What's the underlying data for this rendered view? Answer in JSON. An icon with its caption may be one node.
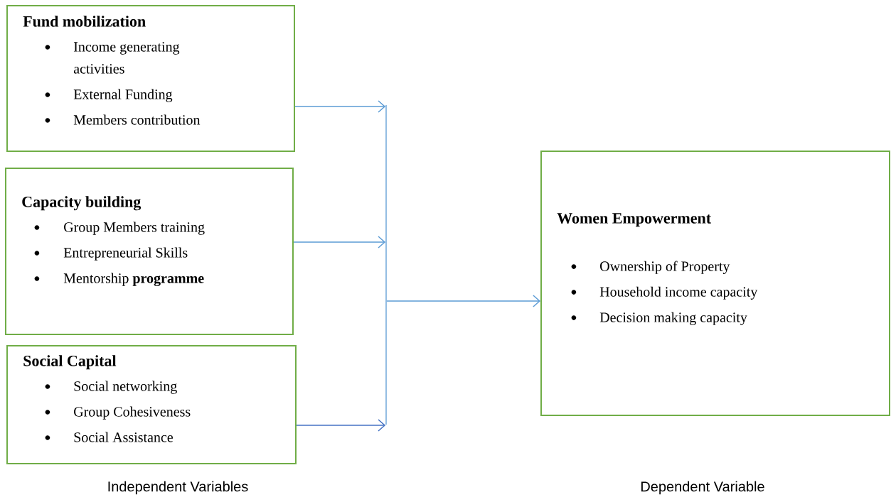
{
  "diagram": {
    "nodes": [
      {
        "text": [
          "Fund mobilization",
          "Income generating activities",
          "External Funding",
          "Members contribution"
        ]
      },
      {
        "text": [
          "Capacity building",
          "Group Members training",
          "Entrepreneurial Skills",
          "Mentorship **programme**"
        ]
      },
      {
        "text": [
          "Social Capital",
          "Social networking",
          "Group Cohesiveness",
          "Social Assistance"
        ]
      },
      {
        "text": [],
        "shape": "bar"
      },
      {
        "text": [
          "Women Empowerment",
          "Ownership of Property",
          "Household income capacity",
          "Decision making capacity"
        ]
      }
    ],
    "edges": [
      {
        "from": 0,
        "to": 3,
        "arrow": "to"
      },
      {
        "from": 1,
        "to": 3,
        "arrow": "to"
      },
      {
        "from": 2,
        "to": 3,
        "arrow": "to",
        "color": "#4472c4"
      },
      {
        "from": 3,
        "to": 4,
        "arrow": "to"
      }
    ],
    "labels": [
      "Independent Variables",
      "Dependent Variable"
    ]
  }
}
